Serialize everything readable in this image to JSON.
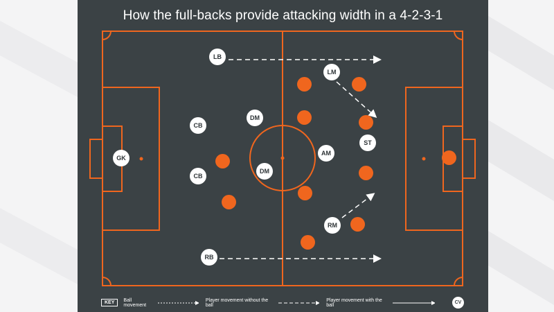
{
  "title": "How the full-backs provide attacking width in a 4-2-3-1",
  "players": [
    {
      "label": "LB"
    },
    {
      "label": "LM"
    },
    {
      "label": "CB"
    },
    {
      "label": "DM"
    },
    {
      "label": "GK"
    },
    {
      "label": "AM"
    },
    {
      "label": "ST"
    },
    {
      "label": "CB"
    },
    {
      "label": "DM"
    },
    {
      "label": "RM"
    },
    {
      "label": "RB"
    }
  ],
  "key": {
    "tag": "KEY",
    "ball_movement": "Ball movement",
    "player_without_ball": "Player movement without the ball",
    "player_with_ball": "Player movement with the ball"
  },
  "logo_text": "CV",
  "colors": {
    "pitch": "#3b4245",
    "lines": "#f0661e",
    "opponent": "#f0661e",
    "player": "#ffffff"
  }
}
